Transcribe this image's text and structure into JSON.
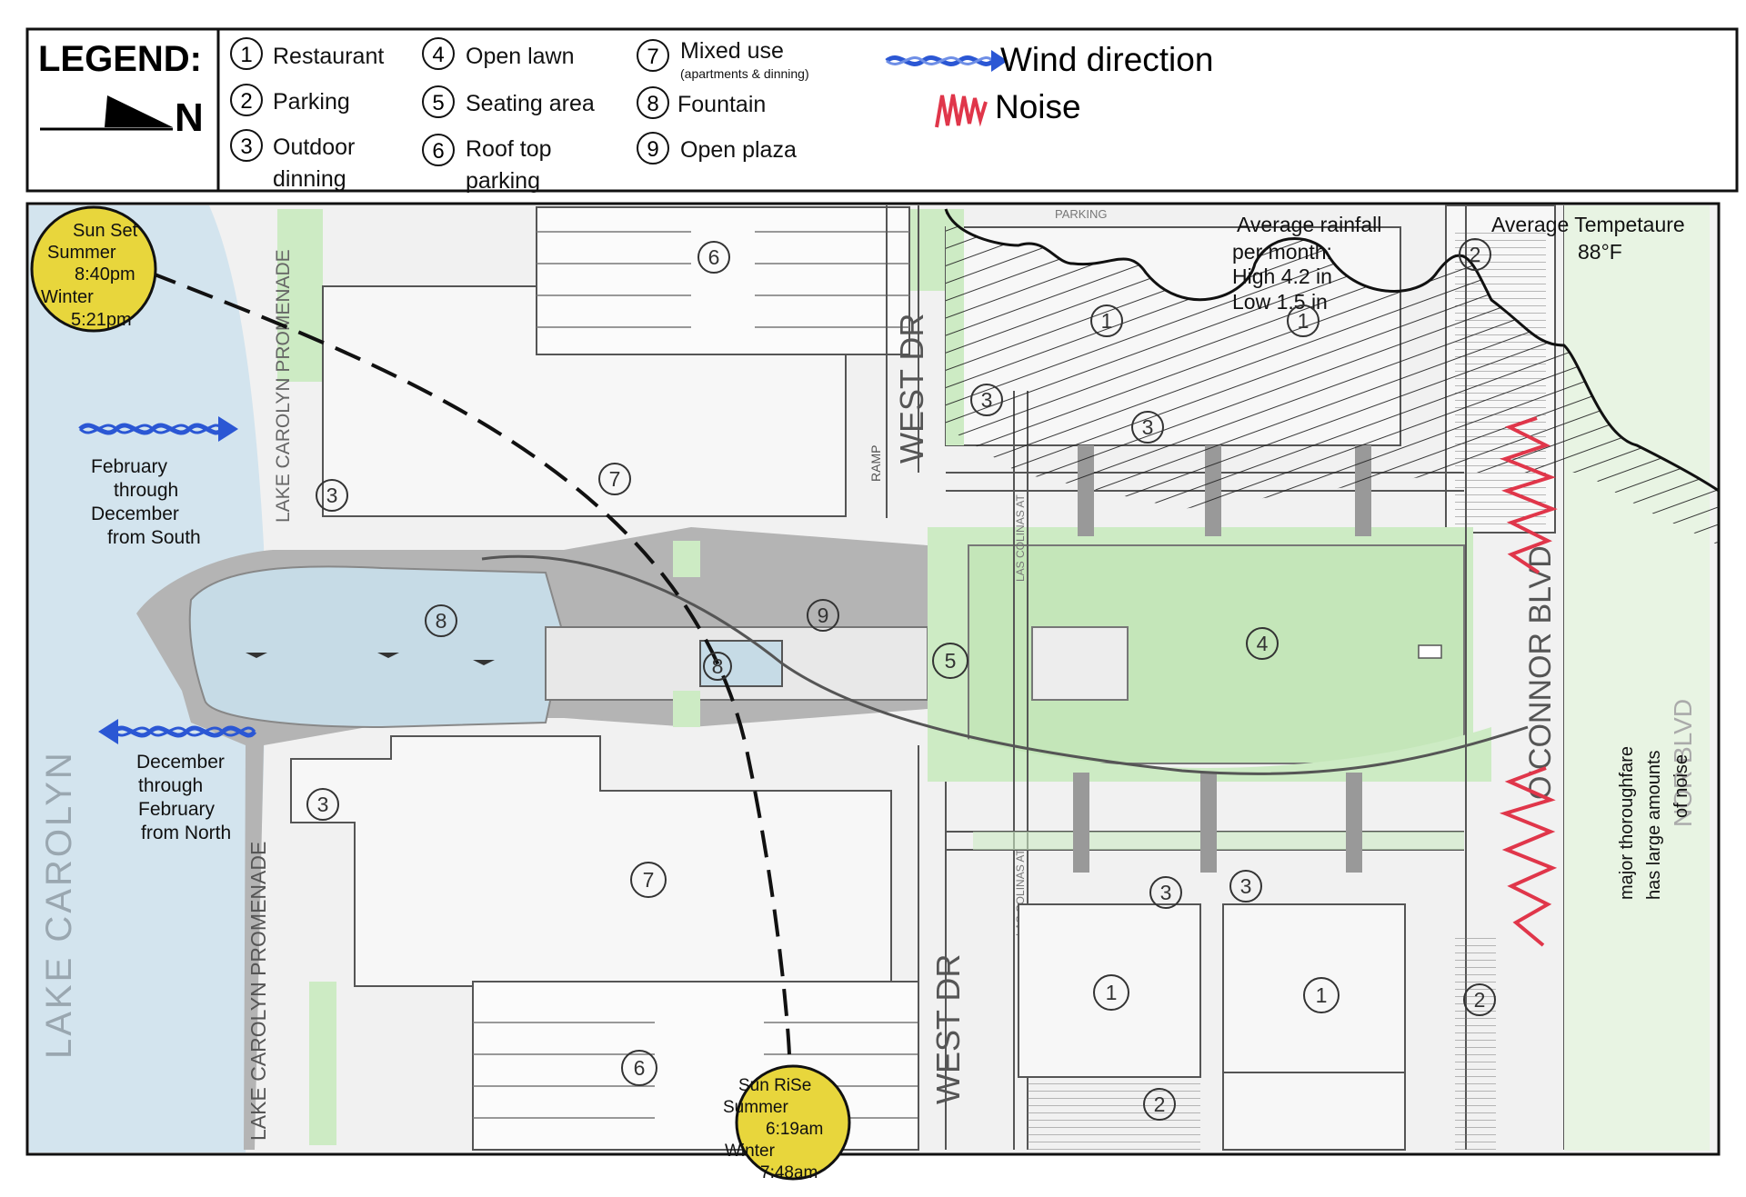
{
  "legend": {
    "title": "LEGEND:",
    "north": "N",
    "items": [
      {
        "num": "1",
        "label": "Restaurant"
      },
      {
        "num": "2",
        "label": "Parking"
      },
      {
        "num": "3",
        "label": "Outdoor",
        "label2": "dinning"
      },
      {
        "num": "4",
        "label": "Open lawn"
      },
      {
        "num": "5",
        "label": "Seating area"
      },
      {
        "num": "6",
        "label": "Roof top",
        "label2": "parking"
      },
      {
        "num": "7",
        "label": "Mixed use",
        "note": "(apartments & dinning)"
      },
      {
        "num": "8",
        "label": "Fountain"
      },
      {
        "num": "9",
        "label": "Open plaza"
      }
    ],
    "wind_label": "Wind direction",
    "noise_label": "Noise"
  },
  "sunset": {
    "title": "Sun Set",
    "l1": "Summer",
    "l2": "8:40pm",
    "l3": "Winter",
    "l4": "5:21pm"
  },
  "sunrise": {
    "title": "Sun RiSe",
    "l1": "Summer",
    "l2": "6:19am",
    "l3": "Winter",
    "l4": "7:48am"
  },
  "wind_south": {
    "l1": "February",
    "l2": "through",
    "l3": "December",
    "l4": "from South"
  },
  "wind_north": {
    "l1": "December",
    "l2": "through",
    "l3": "February",
    "l4": "from North"
  },
  "rainfall": {
    "l1": "Average rainfall",
    "l2": "per month:",
    "l3": "High 4.2 in",
    "l4": "Low 1.5 in"
  },
  "temperature": {
    "l1": "Average Tempetaure",
    "l2": "88°F"
  },
  "noise_note": {
    "l1": "major thoroughfare",
    "l2": "has large amounts",
    "l3": "of noise"
  },
  "streets": {
    "lake": "LAKE CAROLYN",
    "promenade_top": "LAKE CAROLYN PROMENADE",
    "promenade_bottom": "LAKE CAROLYN PROMENADE",
    "west_dr_top": "WEST DR",
    "west_dr_bottom": "WEST DR",
    "oconnor": "O'CONNOR BLVD",
    "oconnor_faded": "NOR BLVD",
    "colinas_top": "LAS COLINAS AT",
    "colinas_bottom": "LAS COLINAS AT",
    "ramp": "RAMP",
    "parking": "PARKING"
  },
  "map_numbers": {
    "n6_top": "6",
    "n7_top": "7",
    "n3_upper_left": "3",
    "n8_lake": "8",
    "n8_fountain": "8",
    "n9": "9",
    "n5": "5",
    "n4": "4",
    "n3_westdr": "3",
    "n1_a": "1",
    "n1_b": "1",
    "n2_topright": "2",
    "n3_mid": "3",
    "n3_lower_left": "3",
    "n7_bottom": "7",
    "n6_bottom": "6",
    "n3_low_a": "3",
    "n3_low_b": "3",
    "n1_low_a": "1",
    "n1_low_b": "1",
    "n2_bottom": "2",
    "n2_right": "2"
  },
  "colors": {
    "lake": "#d3e4ee",
    "grass": "#cdebc4",
    "paving": "#b4b4b4",
    "sun": "#e8d63c",
    "wind": "#2b57d4",
    "noise": "#e0364a"
  }
}
